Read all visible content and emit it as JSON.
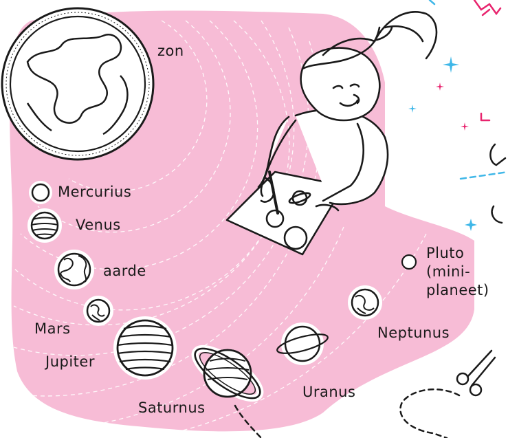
{
  "labels": {
    "sun": "zon",
    "mercury": "Mercurius",
    "venus": "Venus",
    "earth": "aarde",
    "mars": "Mars",
    "jupiter": "Jupiter",
    "saturn": "Saturnus",
    "uranus": "Uranus",
    "neptune": "Neptunus",
    "pluto_line1": "Pluto",
    "pluto_line2": "(mini-",
    "pluto_line3": "planeet)"
  },
  "colors": {
    "background_blob": "#f7bcd6",
    "orbit_lines": "#ffffff",
    "ink": "#1a1a1a",
    "accent_pink": "#e8246e",
    "accent_cyan": "#3fb7e8"
  },
  "icons": [
    "sun-icon",
    "planet-icon",
    "girl-drawing-illustration",
    "scissors-icon",
    "star-icon"
  ]
}
